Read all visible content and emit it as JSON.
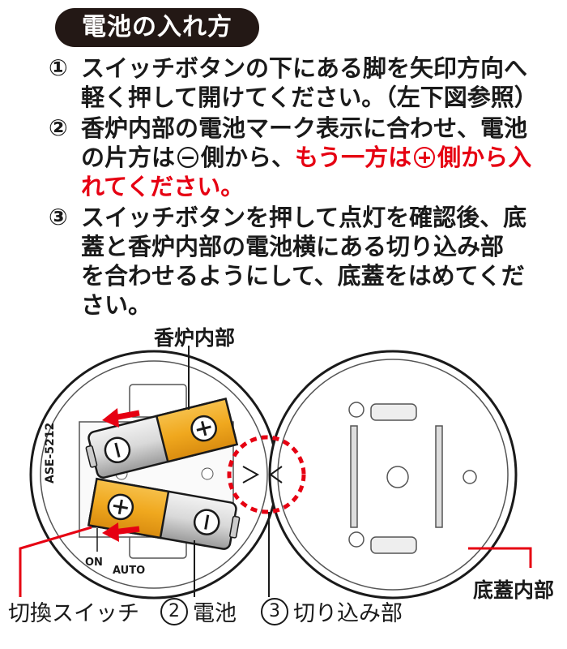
{
  "header": {
    "title": "電池の入れ方"
  },
  "steps": [
    {
      "num": "①",
      "line1": "スイッチボタンの下にある脚を矢印方向へ",
      "line2": "軽く押して開けてください。（左下図参照）"
    },
    {
      "num": "②",
      "line1": "香炉内部の電池マーク表示に合わせ、電池",
      "line2_a": "の片方は",
      "line2_b": "側から、",
      "line2_red": "もう一方は",
      "line2_red_b": "側から入",
      "line3_red": "れてください。"
    },
    {
      "num": "③",
      "line1": "スイッチボタンを押して点灯を確認後、底",
      "line2": "蓋と香炉内部の電池横にある切り込み部",
      "line3": "を合わせるようにして、底蓋をはめてくだ",
      "line4": "さい。"
    }
  ],
  "labels": {
    "inner": "香炉内部",
    "bottom_lid": "底蓋内部",
    "model": "ASE-5212",
    "on": "ON",
    "auto": "AUTO"
  },
  "captions": {
    "switch": "切換スイッチ",
    "battery_num": "2",
    "battery": "電池",
    "notch_num": "3",
    "notch": "切り込み部"
  },
  "colors": {
    "accent_red": "#e60012",
    "battery_gold": "#f0a81e",
    "pill": "#231815"
  }
}
